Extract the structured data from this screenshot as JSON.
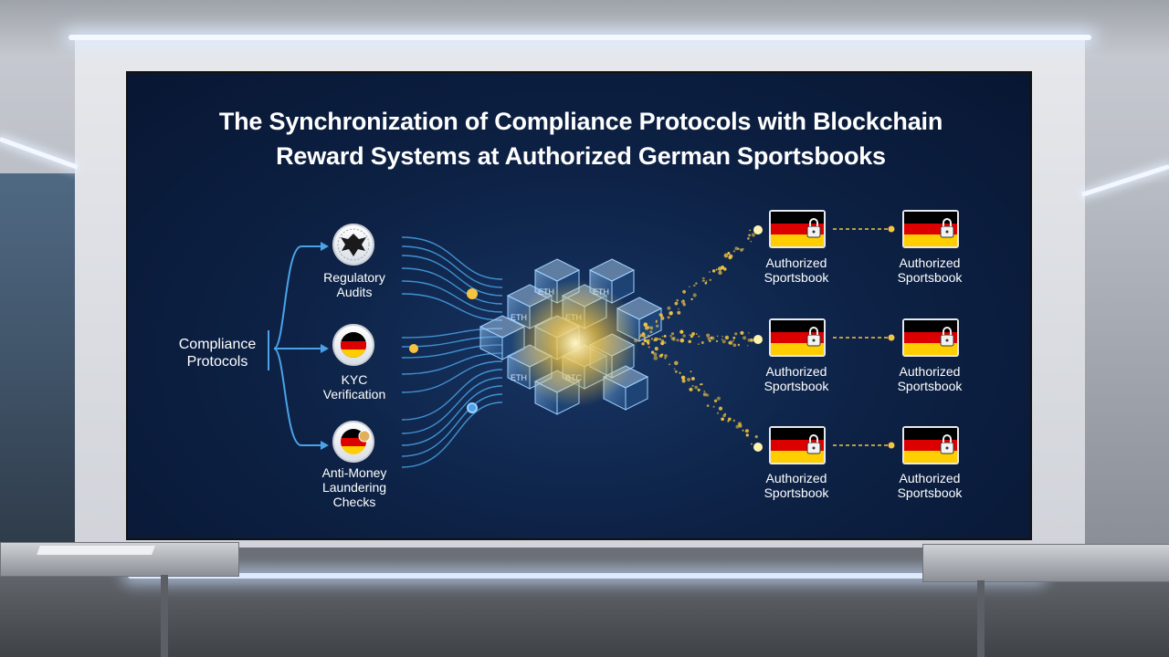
{
  "title": {
    "line1": "The Synchronization of Compliance Protocols with Blockchain",
    "line2": "Reward Systems at Authorized German Sportsbooks"
  },
  "root_node": {
    "line1": "Compliance",
    "line2": "Protocols"
  },
  "protocols": [
    {
      "line1": "Regulatory",
      "line2": "Audits",
      "line3": "",
      "icon": "eagle-seal-icon"
    },
    {
      "line1": "KYC",
      "line2": "Verification",
      "line3": "",
      "icon": "german-flag-seal-icon"
    },
    {
      "line1": "Anti-Money",
      "line2": "Laundering",
      "line3": "Checks",
      "icon": "german-flag-seal-icon"
    }
  ],
  "blockchain": {
    "cube_labels": [
      "ETH",
      "ETH",
      "ETH",
      "ETH",
      "ETH",
      "BTC"
    ],
    "accent_color": "#f5c542",
    "cube_color": "#5fa8e6"
  },
  "sportsbooks": [
    {
      "line1": "Authorized",
      "line2": "Sportsbook"
    },
    {
      "line1": "Authorized",
      "line2": "Sportsbook"
    },
    {
      "line1": "Authorized",
      "line2": "Sportsbook"
    },
    {
      "line1": "Authorized",
      "line2": "Sportsbook"
    },
    {
      "line1": "Authorized",
      "line2": "Sportsbook"
    },
    {
      "line1": "Authorized",
      "line2": "Sportsbook"
    }
  ],
  "flag_colors": [
    "#000000",
    "#dd0000",
    "#ffce00"
  ],
  "icons": {
    "lock": "lock-icon"
  }
}
